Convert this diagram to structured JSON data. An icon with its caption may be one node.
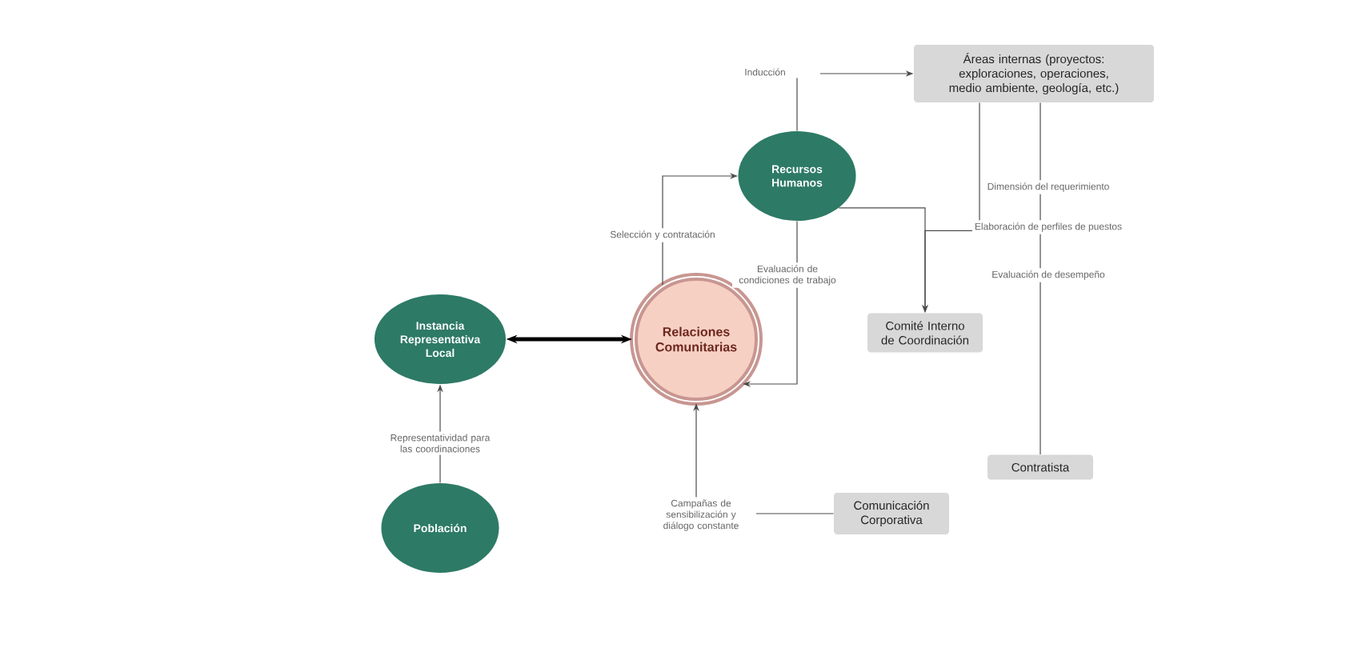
{
  "diagram": {
    "nodes": [
      {
        "text": [
          "Áreas internas (proyectos: exploraciones, operaciones, medio ambiente, geología, etc.)"
        ]
      },
      {
        "text": [
          "Recursos Humanos"
        ]
      },
      {
        "text": [
          "Relaciones Comunitarias"
        ]
      },
      {
        "text": [
          "Instancia Representativa Local"
        ]
      },
      {
        "text": [
          "Población"
        ]
      },
      {
        "text": [
          "Comité Interno de Coordinación"
        ]
      },
      {
        "text": [
          "Comunicación Corporativa"
        ]
      },
      {
        "text": [
          "Contratista"
        ]
      }
    ],
    "edges": [
      {
        "from": 1,
        "to": 0,
        "arrow": "to",
        "label": "Inducción"
      },
      {
        "from": 2,
        "to": 1,
        "arrow": "to",
        "label": "Selección y contratación"
      },
      {
        "from": 1,
        "to": 2,
        "arrow": "to",
        "label": "Evaluación de condiciones de trabajo"
      },
      {
        "from": 3,
        "to": 2,
        "arrow": "both",
        "style": "thick"
      },
      {
        "from": 4,
        "to": 3,
        "arrow": "to",
        "label": "Representatividad para las coordinaciones"
      },
      {
        "from": 6,
        "to": 2,
        "arrow": "to",
        "label": "Campañas de sensibilización y diálogo constante"
      },
      {
        "from": 1,
        "to": 5,
        "arrow": "to"
      },
      {
        "from": 0,
        "to": 5,
        "arrow": "to"
      },
      {
        "from": 0,
        "to": 7,
        "arrow": "none"
      }
    ],
    "labels": [
      "Dimensión del requerimiento",
      "Elaboración de perfiles de puestos",
      "Evaluación de desempeño"
    ]
  }
}
